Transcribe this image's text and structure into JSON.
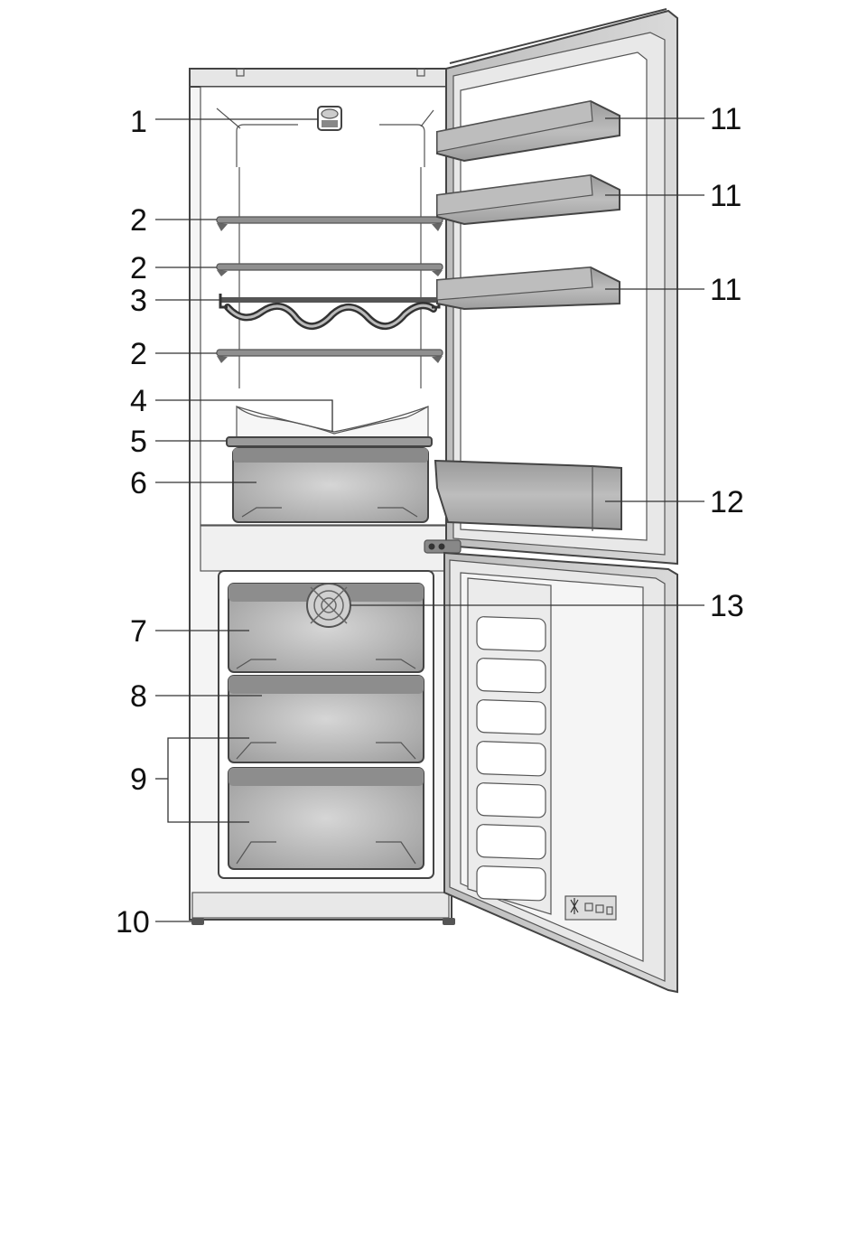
{
  "colors": {
    "background": "#ffffff",
    "cabinet": "#f2f2f2",
    "interior": "#ffffff",
    "door_frame": "#cfcfcf",
    "bin": "#a9a9a9",
    "drawer": "#b8b8b8",
    "shelf": "#8f8f8f",
    "line": "#444444"
  },
  "labels": [
    {
      "id": "1",
      "text": "1"
    },
    {
      "id": "2a",
      "text": "2"
    },
    {
      "id": "2b",
      "text": "2"
    },
    {
      "id": "3",
      "text": "3"
    },
    {
      "id": "2c",
      "text": "2"
    },
    {
      "id": "4",
      "text": "4"
    },
    {
      "id": "5",
      "text": "5"
    },
    {
      "id": "6",
      "text": "6"
    },
    {
      "id": "7",
      "text": "7"
    },
    {
      "id": "8",
      "text": "8"
    },
    {
      "id": "9",
      "text": "9"
    },
    {
      "id": "10",
      "text": "10"
    },
    {
      "id": "11a",
      "text": "11"
    },
    {
      "id": "11b",
      "text": "11"
    },
    {
      "id": "11c",
      "text": "11"
    },
    {
      "id": "12",
      "text": "12"
    },
    {
      "id": "13",
      "text": "13"
    }
  ]
}
